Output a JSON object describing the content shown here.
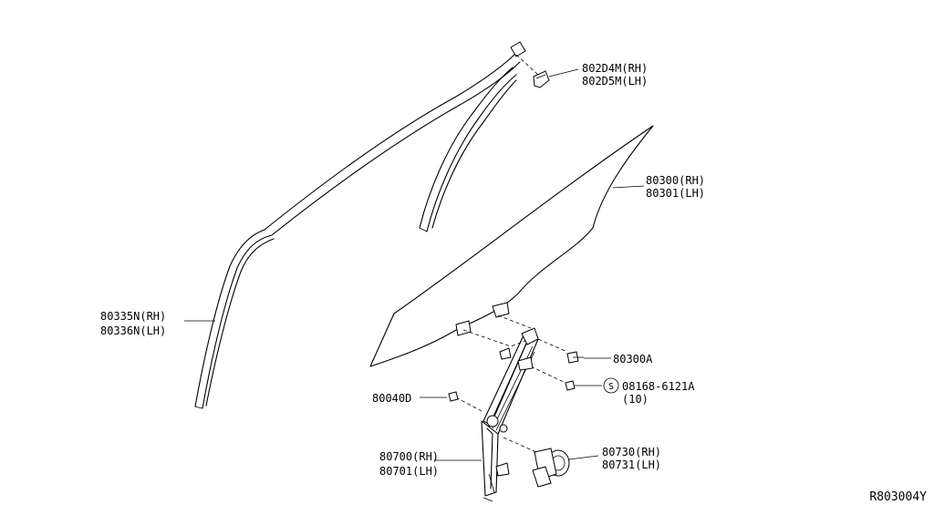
{
  "diagram_ref": "R803004Y",
  "callouts": {
    "retainer_rh": "802D4M(RH)",
    "retainer_lh": "802D5M(LH)",
    "glass_rh": "80300(RH)",
    "glass_lh": "80301(LH)",
    "sash_rh": "80335N(RH)",
    "sash_lh": "80336N(LH)",
    "bolt": "80300A",
    "screw_symbol": "S",
    "screw": "08168-6121A",
    "screw_qty": "(10)",
    "clip": "80040D",
    "regulator_rh": "80700(RH)",
    "regulator_lh": "80701(LH)",
    "motor_rh": "80730(RH)",
    "motor_lh": "80731(LH)"
  }
}
